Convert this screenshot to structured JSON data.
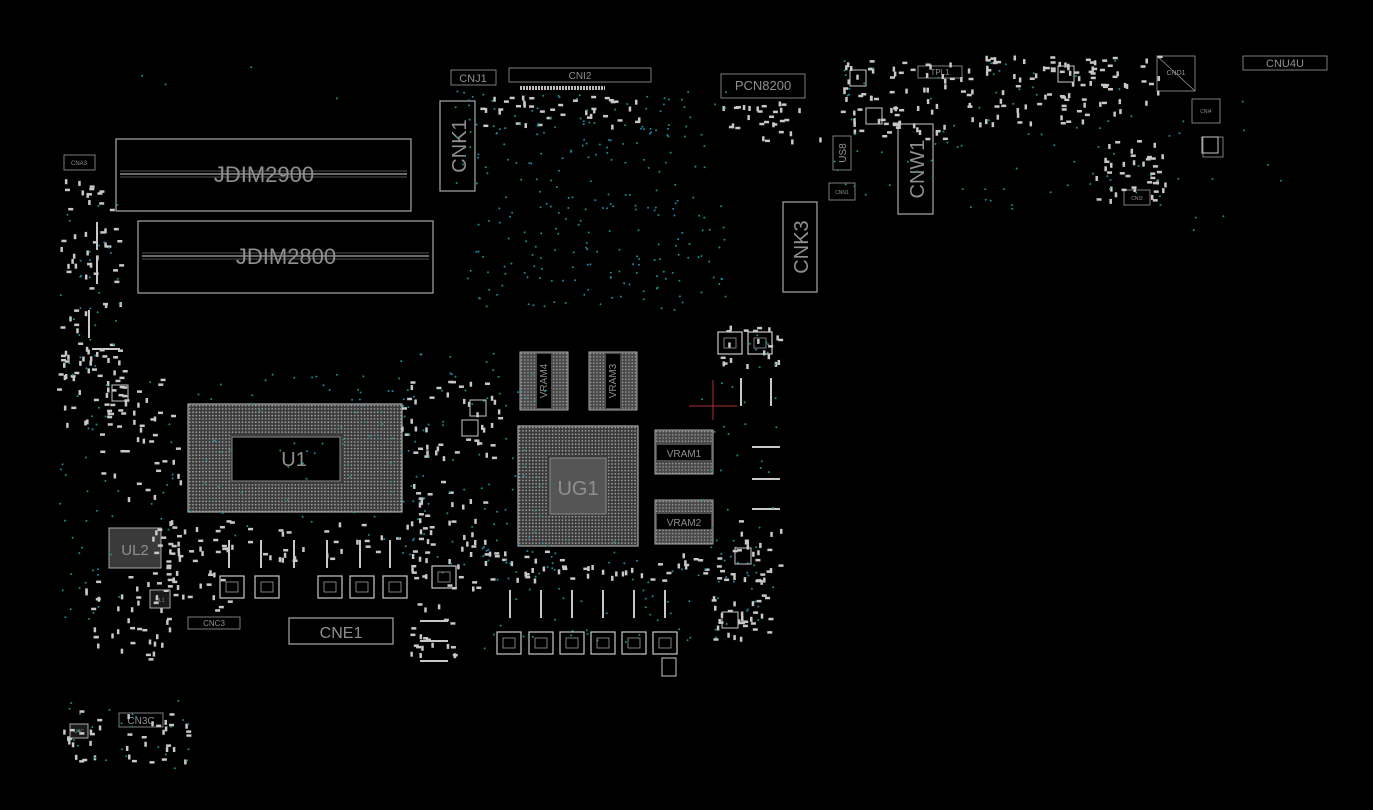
{
  "colors": {
    "background": "#000000",
    "outline": "#a8a8a8",
    "label": "#8f8f8f",
    "via": "#1a8a9a",
    "cursor": "#b03030"
  },
  "components": {
    "JDIM2900": "JDIM2900",
    "JDIM2800": "JDIM2800",
    "CNJ1": "CNJ1",
    "CNI2": "CNI2",
    "CNK1": "CNK1",
    "PCN8200": "PCN8200",
    "CNK3": "CNK3",
    "CNW1": "CNW1",
    "US8": "US8",
    "CNN1": "CNN1",
    "TPL1": "TPL1",
    "CND1": "CND1",
    "CNU4U": "CNU4U",
    "CNI4": "CNI4",
    "CNI3": "CNI3",
    "CNA3": "CNA3",
    "U1": "U1",
    "UG1": "UG1",
    "VRAM1": "VRAM1",
    "VRAM2": "VRAM2",
    "VRAM3": "VRAM3",
    "VRAM4": "VRAM4",
    "UL2": "UL2",
    "CNC3": "CNC3",
    "CNE1": "CNE1",
    "CN3C": "CN3C",
    "U4C": "U4C",
    "UL1": "UL1"
  }
}
